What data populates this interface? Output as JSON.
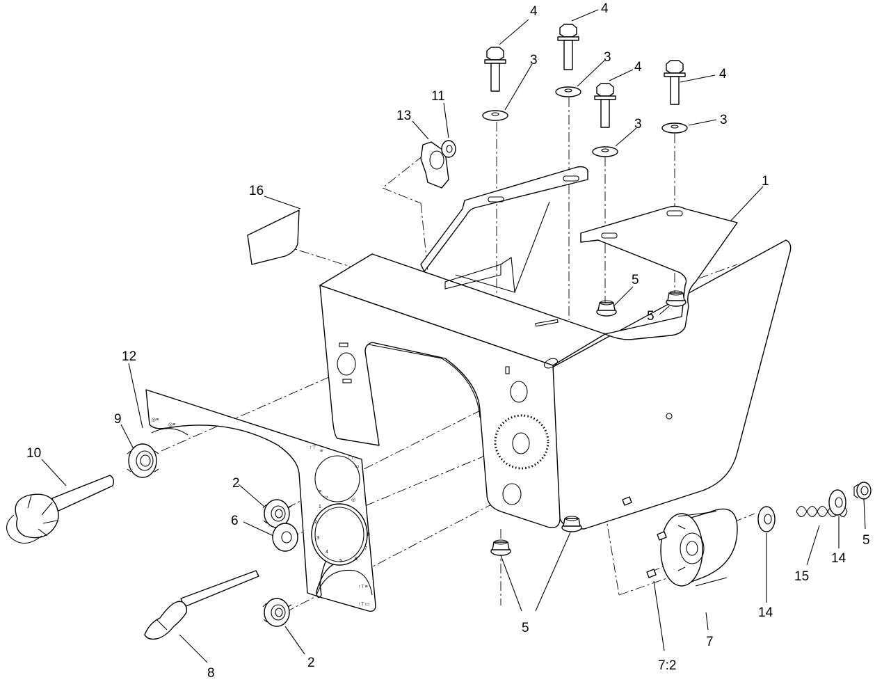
{
  "callouts": {
    "c1": "1",
    "c2a": "2",
    "c2b": "2",
    "c3a": "3",
    "c3b": "3",
    "c3c": "3",
    "c3d": "3",
    "c4a": "4",
    "c4b": "4",
    "c4c": "4",
    "c4d": "4",
    "c5a": "5",
    "c5b": "5",
    "c5c": "5",
    "c5d": "5",
    "c6": "6",
    "c7": "7",
    "c7b": "7:2",
    "c8": "8",
    "c9": "9",
    "c10": "10",
    "c11": "11",
    "c12": "12",
    "c13": "13",
    "c14a": "14",
    "c14b": "14",
    "c15": "15",
    "c16": "16"
  },
  "dial_numbers": [
    "1",
    "2",
    "3",
    "4",
    "5",
    "6",
    "7",
    "8"
  ]
}
